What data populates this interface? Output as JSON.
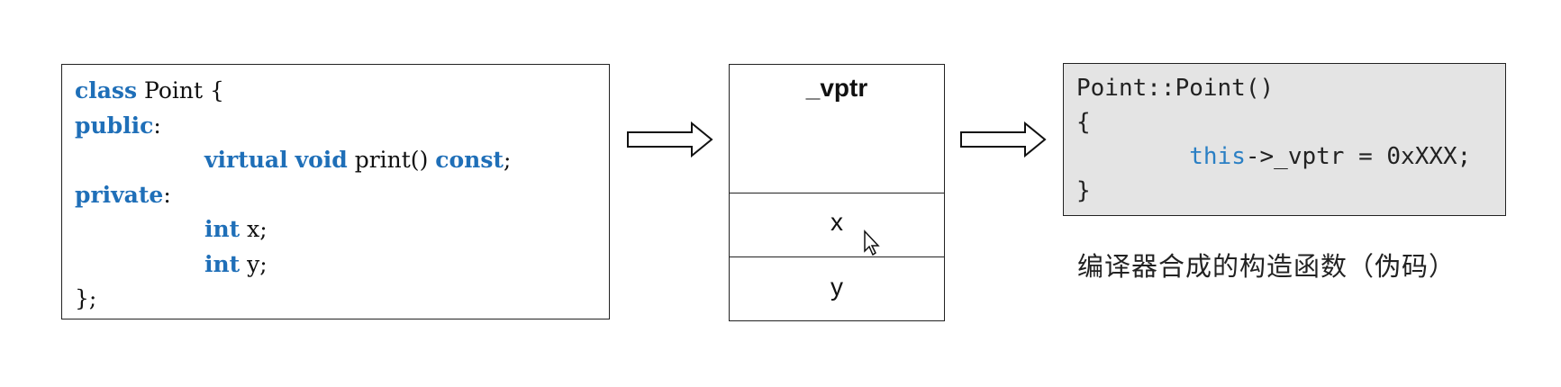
{
  "class_code": {
    "line1_kw": "class",
    "line1_rest": " Point {",
    "line2_kw": "public",
    "line2_rest": ":",
    "line3_kw1": "virtual",
    "line3_sp1": " ",
    "line3_kw2": "void",
    "line3_mid": " print() ",
    "line3_kw3": "const",
    "line3_end": ";",
    "line4_kw": "private",
    "line4_rest": ":",
    "line5_kw": "int",
    "line5_rest": " x;",
    "line6_kw": "int",
    "line6_rest": " y;",
    "line7": "};"
  },
  "memory_layout": {
    "vptr": "_vptr",
    "x": "x",
    "y": "y"
  },
  "constructor_code": {
    "line1": "Point::Point()",
    "line2": "{",
    "line3_kw": "this",
    "line3_rest": "->_vptr = 0xXXX;",
    "line4": "}"
  },
  "caption": "编译器合成的构造函数（伪码）",
  "colors": {
    "keyword": "#1f6fb8",
    "this_keyword": "#2a7fc4",
    "constructor_bg": "#e4e4e4"
  }
}
